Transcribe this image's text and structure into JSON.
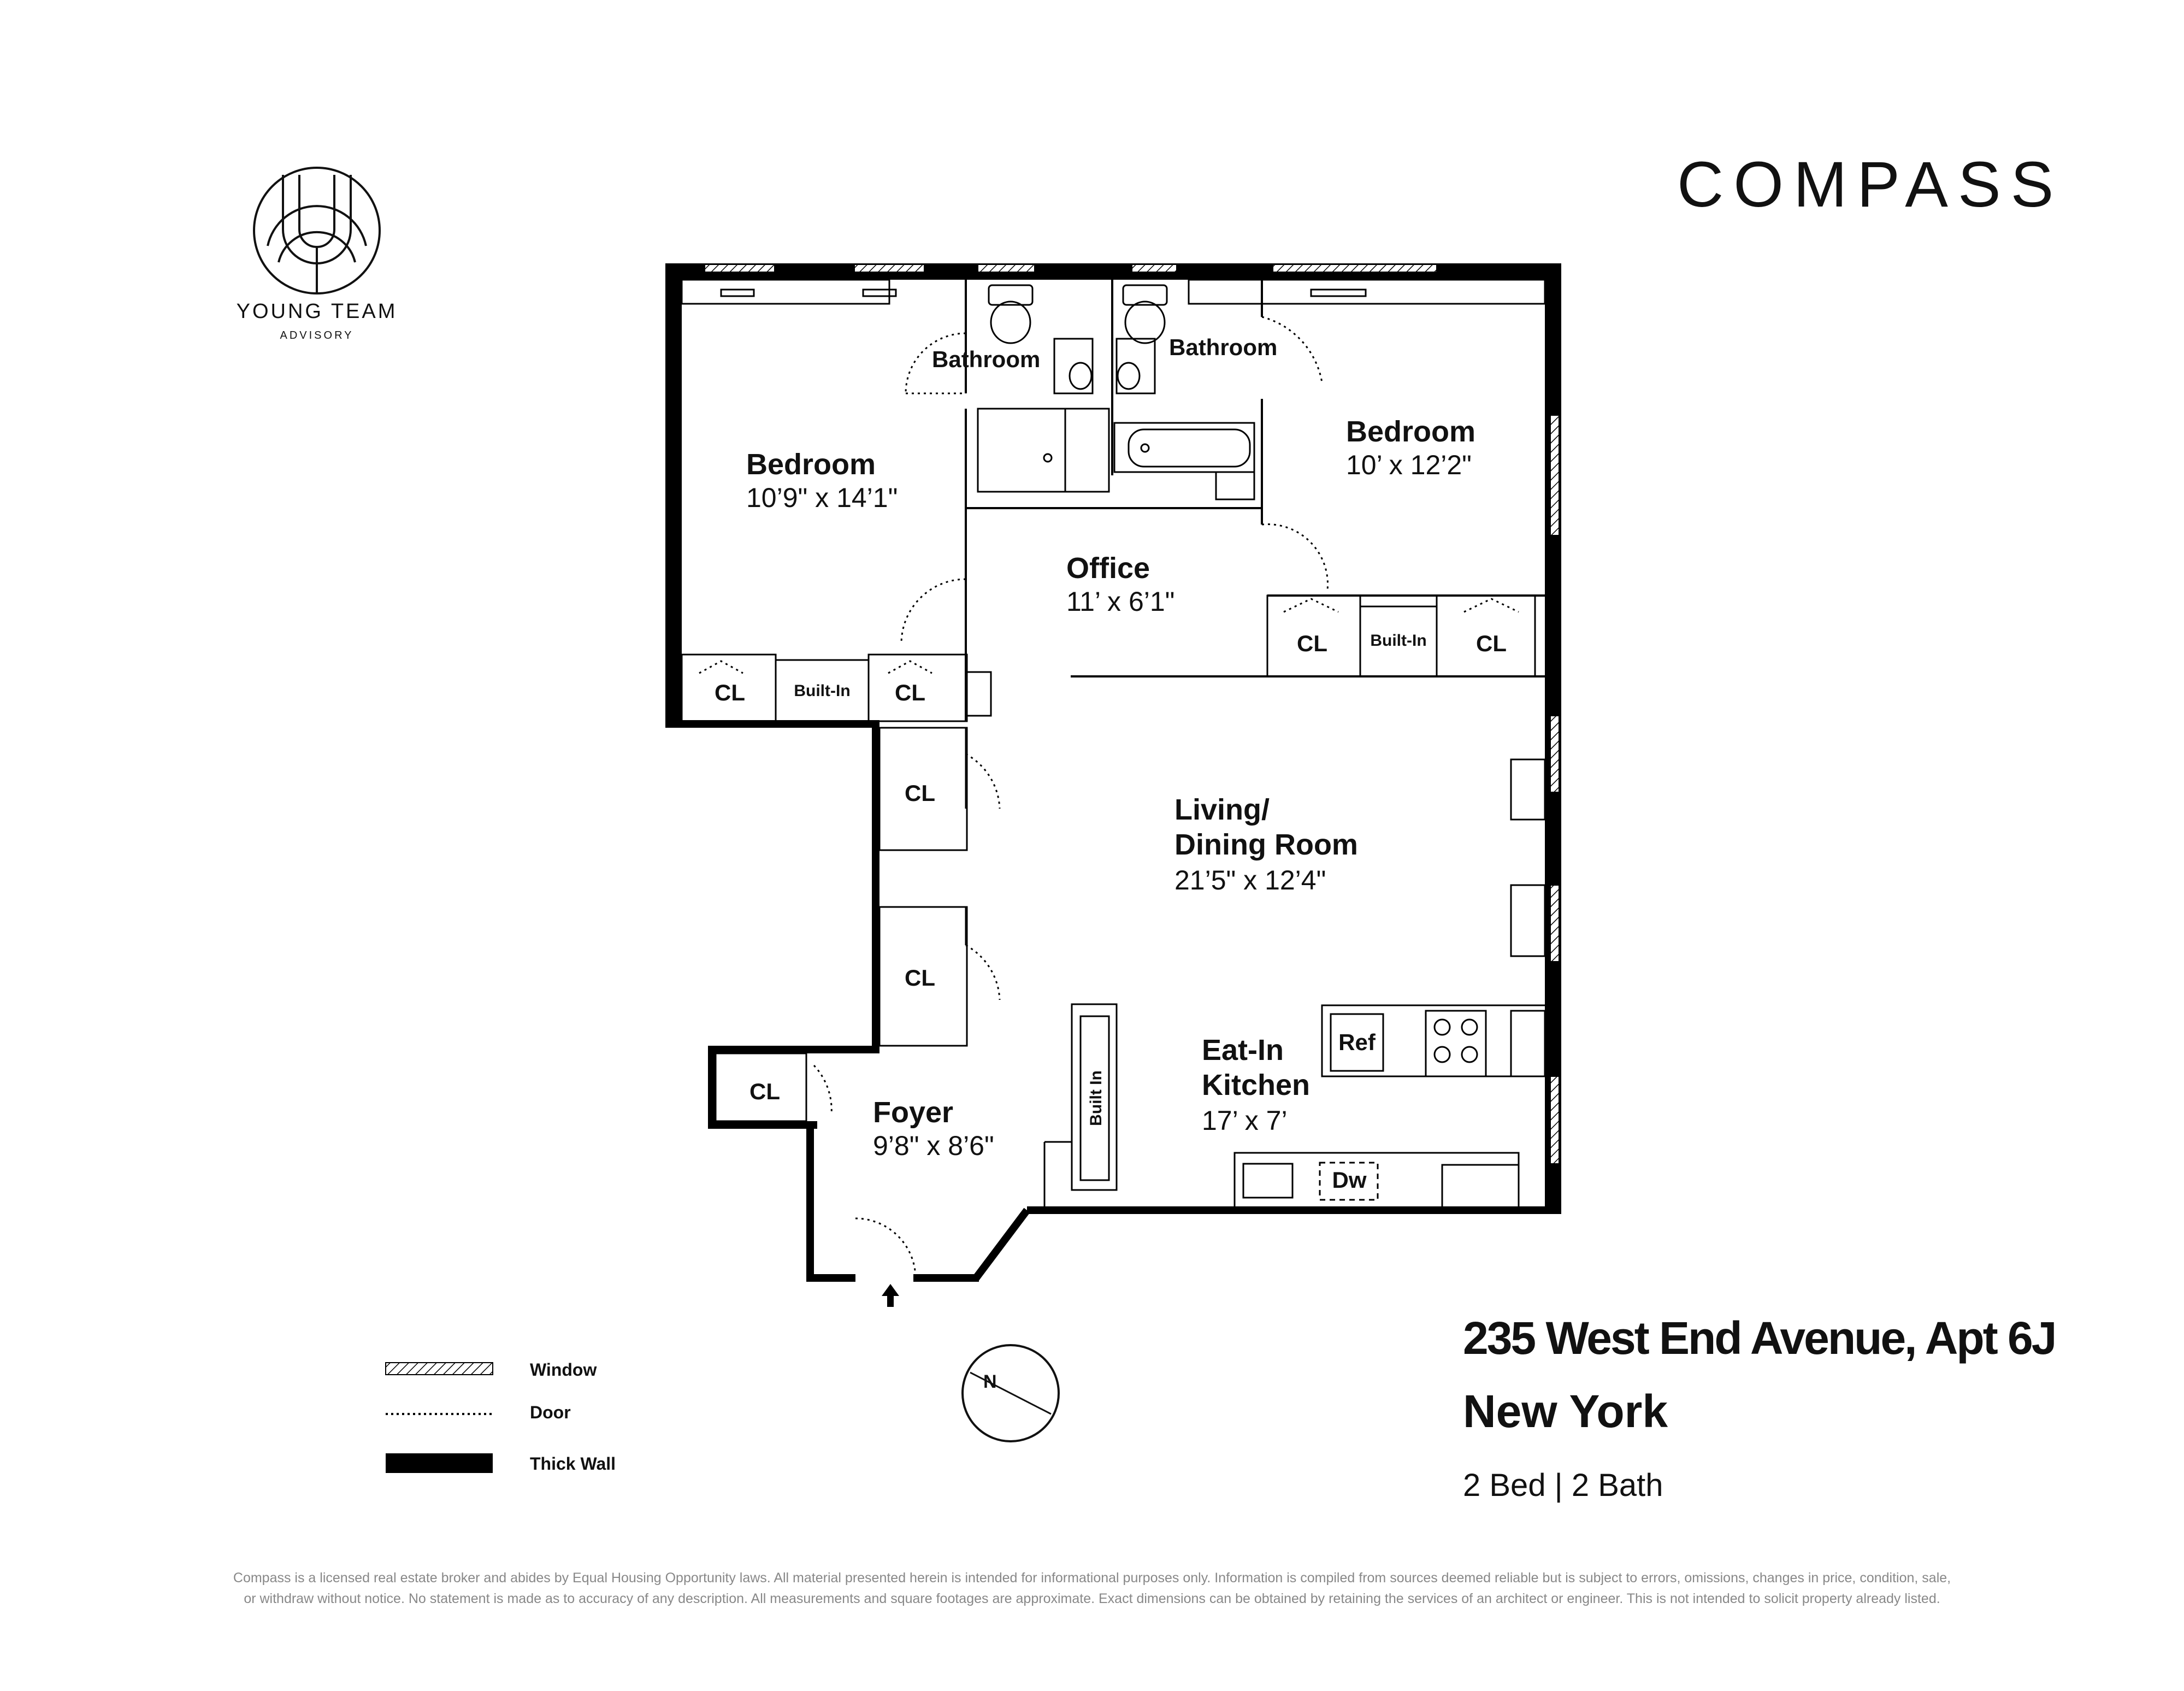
{
  "branding": {
    "compass_logo": "COMPASS",
    "team_logo_line1": "YOUNG TEAM",
    "team_logo_line2": "ADVISORY"
  },
  "listing": {
    "address": "235 West End Avenue, Apt 6J",
    "city": "New York",
    "summary": "2 Bed | 2 Bath"
  },
  "rooms": {
    "bedroom_left": {
      "name": "Bedroom",
      "dims": "10’9\" x 14’1\""
    },
    "bedroom_right": {
      "name": "Bedroom",
      "dims": "10’ x 12’2\""
    },
    "bathroom_left": {
      "name": "Bathroom"
    },
    "bathroom_right": {
      "name": "Bathroom"
    },
    "office": {
      "name": "Office",
      "dims": "11’ x 6’1\""
    },
    "living": {
      "name_line1": "Living/",
      "name_line2": "Dining Room",
      "dims": "21’5\" x 12’4\""
    },
    "kitchen": {
      "name_line1": "Eat-In",
      "name_line2": "Kitchen",
      "dims": "17’ x 7’"
    },
    "foyer": {
      "name": "Foyer",
      "dims": "9’8\" x 8’6\""
    }
  },
  "fixtures": {
    "closet": "CL",
    "built_in": "Built-In",
    "built_in_vertical": "Built In",
    "refrigerator": "Ref",
    "dishwasher": "Dw"
  },
  "legend": {
    "window": "Window",
    "door": "Door",
    "thick_wall": "Thick Wall"
  },
  "disclaimer": {
    "line1": "Compass is a licensed real estate broker and abides by Equal Housing Opportunity laws. All material presented herein is intended for informational purposes only. Information is compiled from sources deemed reliable but is subject to errors, omissions, changes in price, condition, sale,",
    "line2": "or withdraw without notice. No statement is made as to accuracy of any description. All measurements and square footages are approximate. Exact dimensions can be obtained by retaining the services of an architect or engineer. This is not intended to solicit property already listed."
  }
}
